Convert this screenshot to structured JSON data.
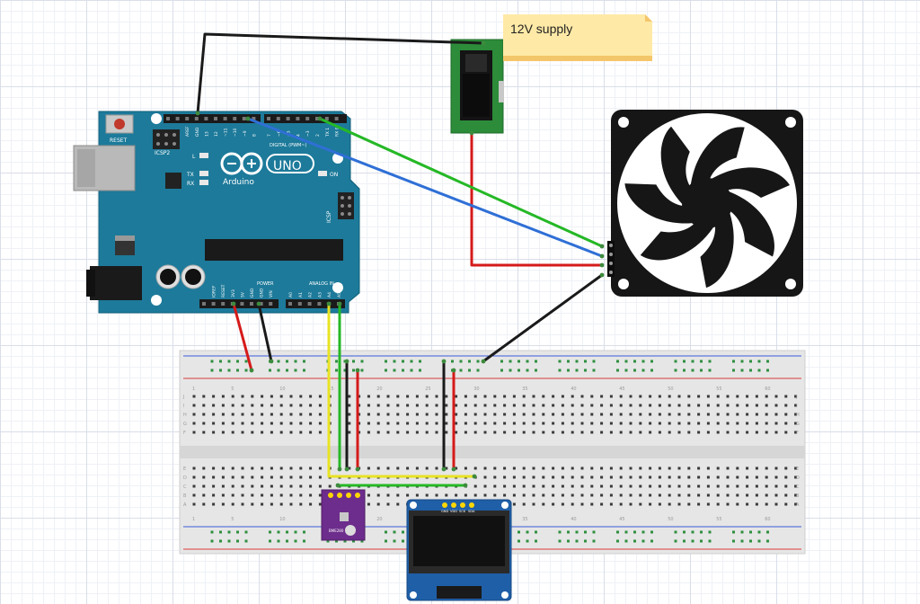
{
  "note": {
    "text": "12V supply"
  },
  "arduino": {
    "brand": "Arduino",
    "model": "UNO",
    "reset_label": "RESET",
    "icsp2_label": "ICSP2",
    "icsp_label": "ICSP",
    "on_label": "ON",
    "l_label": "L",
    "tx_label": "TX",
    "rx_label": "RX",
    "digital_label": "DIGITAL (PWM~)",
    "power_label": "POWER",
    "analog_label": "ANALOG IN",
    "top_pins": [
      "AREF",
      "GND",
      "13",
      "12",
      "~11",
      "~10",
      "~9",
      "8",
      "7",
      "~6",
      "~5",
      "4",
      "~3",
      "2",
      "TX 1",
      "RX 0"
    ],
    "bottom_pins": [
      "IOREF",
      "RESET",
      "3V3",
      "5V",
      "GND",
      "GND",
      "VIN",
      "A0",
      "A1",
      "A2",
      "A3",
      "A4",
      "A5"
    ]
  },
  "oled": {
    "pins": [
      "GND",
      "VDD",
      "SCK",
      "SDA"
    ]
  },
  "sensor": {
    "label": "BME280"
  },
  "breadboard": {
    "rows_top": [
      "J",
      "I",
      "H",
      "G",
      "F"
    ],
    "rows_bottom": [
      "E",
      "D",
      "C",
      "B",
      "A"
    ],
    "column_numbers": [
      "1",
      "5",
      "10",
      "15",
      "20",
      "25",
      "30",
      "35",
      "40",
      "45",
      "50",
      "55",
      "60"
    ]
  },
  "wires": {
    "colors": {
      "black": "#1a1a1a",
      "red": "#d51a1a",
      "green": "#25b826",
      "blue": "#2f6fd6",
      "yellow": "#e8e323"
    }
  }
}
